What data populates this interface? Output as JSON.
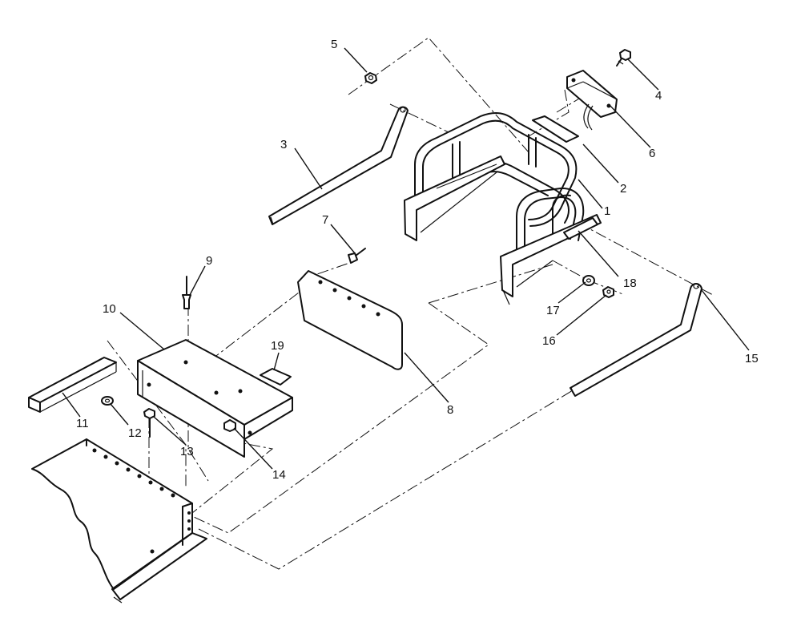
{
  "callouts": {
    "c1": "1",
    "c2": "2",
    "c3": "3",
    "c4": "4",
    "c5": "5",
    "c6": "6",
    "c7": "7",
    "c8": "8",
    "c9": "9",
    "c10": "10",
    "c11": "11",
    "c12": "12",
    "c13": "13",
    "c14": "14",
    "c15": "15",
    "c16": "16",
    "c17": "17",
    "c18": "18",
    "c19": "19"
  },
  "colors": {
    "line": "#111111",
    "background": "#ffffff"
  }
}
